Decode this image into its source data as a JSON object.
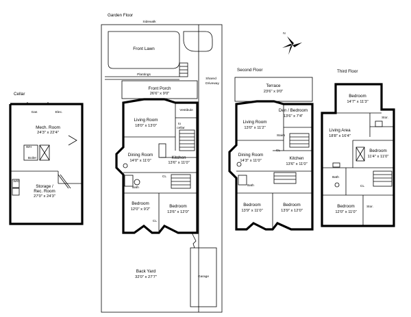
{
  "floors": {
    "cellar": "Cellar",
    "garden": "Garden Floor",
    "second": "Second Floor",
    "third": "Third Floor"
  },
  "compass": "N",
  "labels": {
    "sidewalk": "Sidewalk",
    "front_lawn": "Front Lawn",
    "plantings": "Plantings",
    "shared_driveway_1": "Shared",
    "shared_driveway_2": "Driveway",
    "front_porch": "Front Porch",
    "front_porch_dim": "26'6\" x 9'0\"",
    "vestibule": "Vestibule",
    "to_cellar_1": "to",
    "to_cellar_2": "cellar",
    "g_living": "Living Room",
    "g_living_dim": "18'0\" x 13'0\"",
    "g_dining": "Dining Room",
    "g_dining_dim": "14'0\" x 11'0\"",
    "g_kitchen": "Kitchen",
    "g_kitchen_dim": "13'6\" x 11'0\"",
    "g_bath": "Bath",
    "g_cl": "CL",
    "g_bed1": "Bedroom",
    "g_bed1_dim": "12'0\" x 9'2\"",
    "g_bed2": "Bedroom",
    "g_bed2_dim": "13'6\" x 12'0\"",
    "g_cl2": "CL",
    "back_yard": "Back Yard",
    "back_yard_dim": "32'0\" x 27'7\"",
    "garage": "Garage",
    "c_gas": "Gas",
    "c_elec": "Elec.",
    "c_mech": "Mech. Room",
    "c_mech_dim": "24'3\" x 22'4\"",
    "c_wh": "WH",
    "c_boiler": "Boiler",
    "c_storage": "Storage /",
    "c_rec": "Rec. Room",
    "c_rec_dim": "27'0\" x 24'3\"",
    "c_w": "W/D",
    "s_terrace": "Terrace",
    "s_terrace_dim": "23'6\" x 9'0\"",
    "s_den": "Den / Bedroom",
    "s_den_dim": "13'6\" x 7'4\"",
    "s_living": "Living Room",
    "s_living_dim": "13'0\" x 11'2\"",
    "s_stairs": "Stairs",
    "s_cl": "CL",
    "s_dining": "Dining Room",
    "s_dining_dim": "14'3\" x 11'0\"",
    "s_kitchen": "Kitchen",
    "s_kitchen_dim": "13'6\" x 11'0\"",
    "s_bath": "Bath",
    "s_bed1": "Bedroom",
    "s_bed1_dim": "13'9\" x 11'0\"",
    "s_bed2": "Bedroom",
    "s_bed2_dim": "13'9\" x 12'0\"",
    "t_bed1": "Bedroom",
    "t_bed1_dim": "14'7\" x 11'3\"",
    "t_stor1": "Stor.",
    "t_living": "Living Area",
    "t_living_dim": "18'8\" x 16'4\"",
    "t_bed2": "Bedroom",
    "t_bed2_dim": "11'4\" x 11'0\"",
    "t_bath": "Bath",
    "t_cl": "CL",
    "t_bed3": "Bedroom",
    "t_bed3_dim": "12'0\" x 11'0\"",
    "t_stor2": "Stor."
  }
}
